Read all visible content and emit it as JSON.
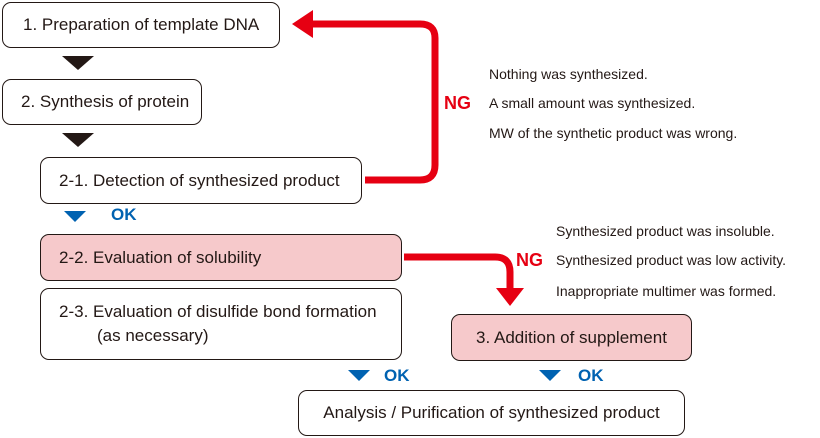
{
  "steps": {
    "step1": "1. Preparation of template DNA",
    "step2": "2. Synthesis of protein",
    "step2_1": "2-1. Detection of synthesized product",
    "step2_2": "2-2. Evaluation of solubility",
    "step2_3_line1": "2-3. Evaluation of disulfide bond formation",
    "step2_3_line2": "(as necessary)",
    "step3": "3. Addition of supplement",
    "final": "Analysis / Purification of synthesized product"
  },
  "labels": {
    "ok": "OK",
    "ng": "NG"
  },
  "ng_reasons_detection": [
    "Nothing was synthesized.",
    "A small amount was synthesized.",
    "MW of the synthetic product was wrong."
  ],
  "ng_reasons_solubility": [
    "Synthesized product was insoluble.",
    "Synthesized product was low activity.",
    "Inappropriate multimer was formed."
  ],
  "colors": {
    "ng_red": "#e60012",
    "ok_blue": "#0062b1",
    "highlight_pink": "#f6c9cb"
  }
}
